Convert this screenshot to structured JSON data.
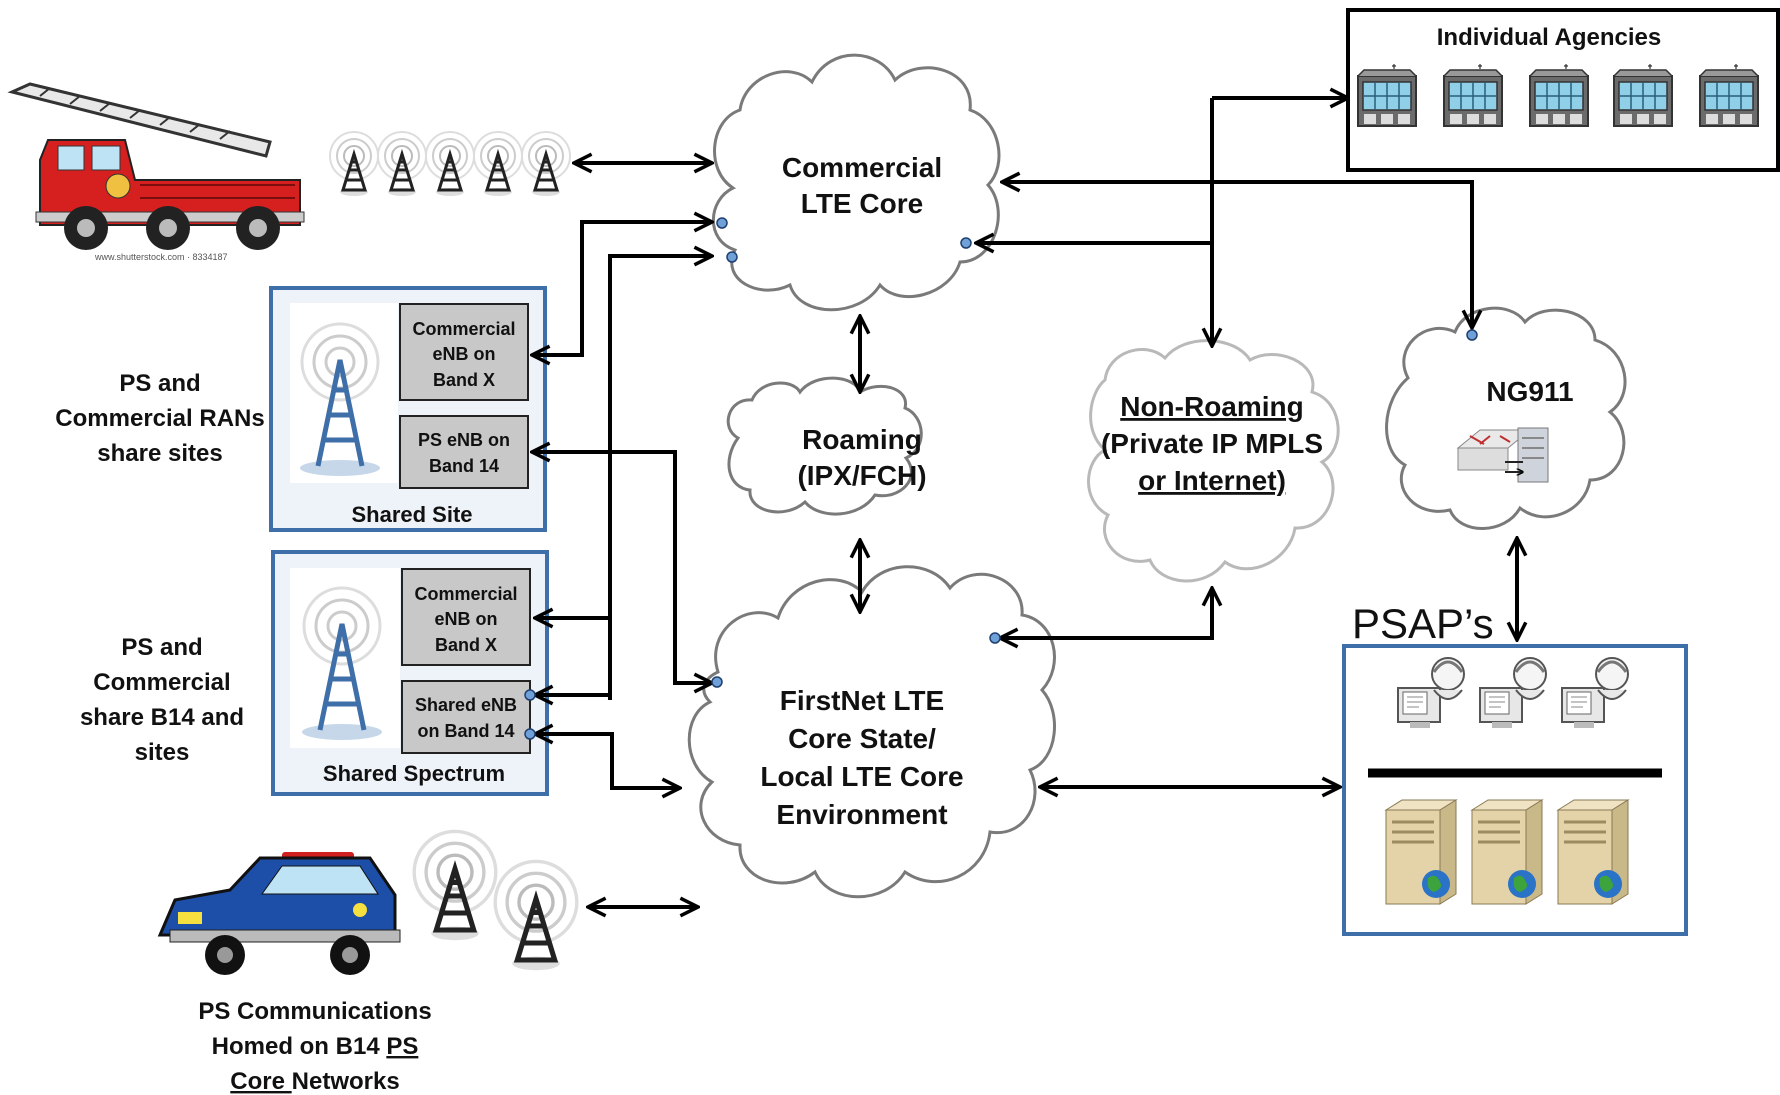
{
  "clouds": {
    "commercial": [
      "Commercial",
      "LTE Core"
    ],
    "roaming": [
      "Roaming",
      "(IPX/FCH)"
    ],
    "non_roaming": [
      "Non-Roaming",
      "(Private IP MPLS",
      "or Internet)"
    ],
    "ng911": "NG911",
    "firstnet": [
      "FirstNet LTE",
      "Core State/",
      "Local  LTE Core",
      "Environment"
    ]
  },
  "agencies": {
    "title": "Individual Agencies"
  },
  "psap": {
    "title": "PSAP’s"
  },
  "shared_site": {
    "caption": "Shared Site",
    "box1": [
      "Commercial",
      "eNB on",
      "Band X"
    ],
    "box2": [
      "PS eNB on",
      "Band 14"
    ]
  },
  "shared_spectrum": {
    "caption": "Shared Spectrum",
    "box1": [
      "Commercial",
      "eNB on",
      "Band X"
    ],
    "box2": [
      "Shared eNB",
      "on Band 14"
    ]
  },
  "labels": {
    "ps_ran": [
      "PS and",
      "Commercial RANs",
      "share sites"
    ],
    "ps_b14": [
      "PS and",
      "Commercial",
      "share B14 and",
      "sites"
    ],
    "ps_comm": {
      "line1": "PS Communications",
      "line2_a": "Homed on B14 ",
      "line2_b": "PS",
      "line3_a": "Core ",
      "line3_b": "Networks"
    },
    "watermark": "www.shutterstock.com · 8334187"
  },
  "colors": {
    "box_border": "#3f6fa8",
    "grey_box": "#c8c8c8",
    "cloud_stroke": "#7a7a7a",
    "truck_red": "#d62020",
    "car_blue": "#1e4fa8"
  }
}
